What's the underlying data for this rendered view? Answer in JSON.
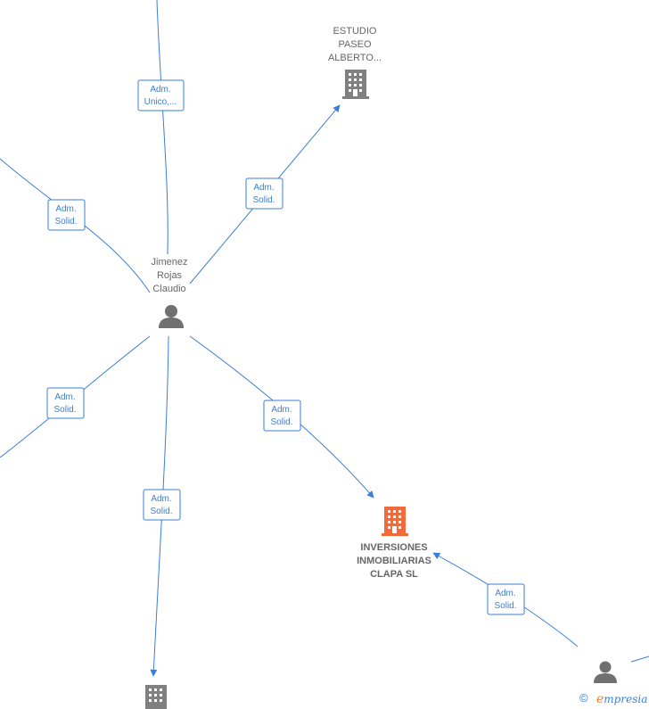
{
  "colors": {
    "edge": "#3a7fd5",
    "company_icon": "#808080",
    "company_highlight_icon": "#f26a3a",
    "person_icon": "#707070",
    "label_text": "#666666"
  },
  "nodes": {
    "estudio": {
      "label_lines": [
        "ESTUDIO",
        "PASEO",
        "ALBERTO..."
      ],
      "type": "company",
      "icon": "building-icon"
    },
    "jimenez": {
      "label_lines": [
        "Jimenez",
        "Rojas",
        "Claudio"
      ],
      "type": "person",
      "icon": "person-icon"
    },
    "inversiones": {
      "label_lines": [
        "INVERSIONES",
        "INMOBILIARIAS",
        "CLAPA  SL"
      ],
      "type": "company-highlight",
      "icon": "building-icon"
    },
    "bottom_company": {
      "label_lines": [],
      "type": "company",
      "icon": "building-icon"
    },
    "bottom_right_person": {
      "label_lines": [],
      "type": "person",
      "icon": "person-icon"
    }
  },
  "edges": [
    {
      "id": "e-top",
      "label_lines": [
        "Adm.",
        "Unico,..."
      ]
    },
    {
      "id": "e-left-upper",
      "label_lines": [
        "Adm.",
        "Solid."
      ]
    },
    {
      "id": "e-estudio",
      "label_lines": [
        "Adm.",
        "Solid."
      ]
    },
    {
      "id": "e-left-lower",
      "label_lines": [
        "Adm.",
        "Solid."
      ]
    },
    {
      "id": "e-inversiones",
      "label_lines": [
        "Adm.",
        "Solid."
      ]
    },
    {
      "id": "e-bottom",
      "label_lines": [
        "Adm.",
        "Solid."
      ]
    },
    {
      "id": "e-right",
      "label_lines": [
        "Adm.",
        "Solid."
      ]
    }
  ],
  "footer": {
    "copyright_symbol": "©",
    "brand_initial": "e",
    "brand_rest": "mpresia"
  }
}
